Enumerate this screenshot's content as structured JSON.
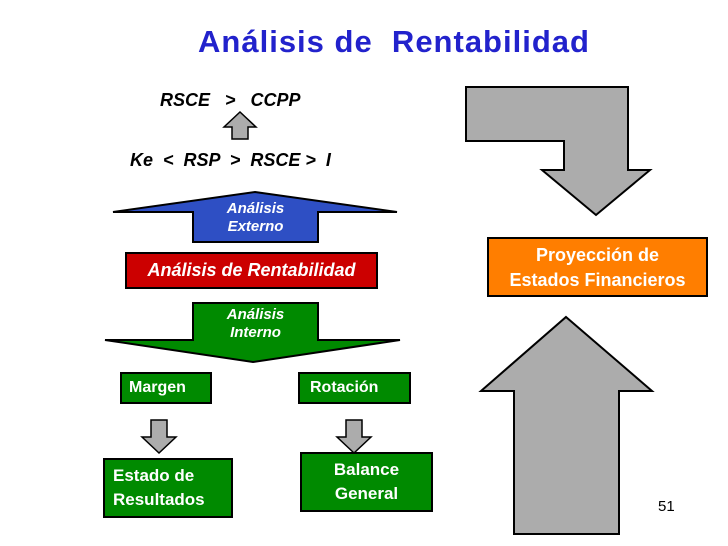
{
  "slide": {
    "title": "Análisis de  Rentabilidad",
    "page_number": "51"
  },
  "formulas": {
    "top": "RSCE   >   CCPP",
    "middle": "Ke  <  RSP  >  RSCE >  I"
  },
  "flow": {
    "externo": {
      "line1": "Análisis",
      "line2": "Externo"
    },
    "rentabilidad": {
      "label": "Análisis de Rentabilidad"
    },
    "interno": {
      "line1": "Análisis",
      "line2": "Interno"
    },
    "margen": {
      "label": "Margen"
    },
    "rotacion": {
      "label": "Rotación"
    },
    "estado_resultados": {
      "line1": "Estado de",
      "line2": "Resultados"
    },
    "balance_general": {
      "line1": "Balance",
      "line2": "General"
    },
    "proyeccion": {
      "line1": "Proyección de",
      "line2": "Estados Financieros"
    }
  },
  "colors": {
    "title_blue": "#2222CC",
    "arrow_blue": "#2E4FC4",
    "box_red": "#CC0000",
    "box_green": "#008A00",
    "box_orange": "#FF7E00",
    "arrow_gray": "#ACACAC",
    "outline_black": "#000000"
  }
}
